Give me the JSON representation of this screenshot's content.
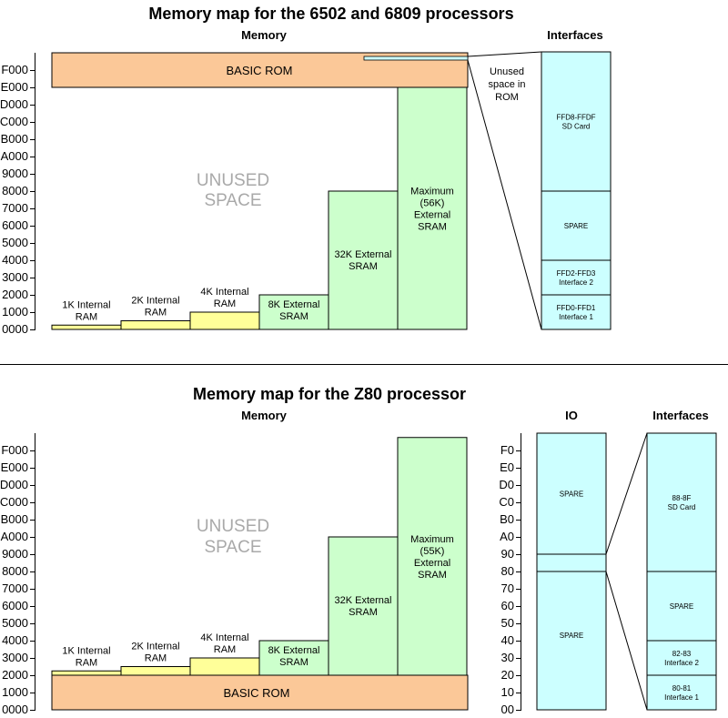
{
  "colors": {
    "rom": "#fbc898",
    "internal_ram": "#ffff99",
    "external_sram": "#ccffcc",
    "interface": "#ccffff",
    "unused_text": "#a9a9a9"
  },
  "top": {
    "title": "Memory map for the 6502 and 6809 processors",
    "memory_heading": "Memory",
    "interfaces_heading": "Interfaces",
    "ticks": [
      "F000",
      "E000",
      "D000",
      "C000",
      "B000",
      "A000",
      "9000",
      "8000",
      "7000",
      "6000",
      "5000",
      "4000",
      "3000",
      "2000",
      "1000",
      "0000"
    ],
    "rom_label": "BASIC ROM",
    "unused_label": [
      "UNUSED",
      "SPACE"
    ],
    "unused_rom_note": [
      "Unused",
      "space in",
      "ROM"
    ],
    "bars": [
      {
        "lines": [
          "1K Internal",
          "RAM"
        ],
        "size_k": 1,
        "kind": "internal"
      },
      {
        "lines": [
          "2K Internal",
          "RAM"
        ],
        "size_k": 2,
        "kind": "internal"
      },
      {
        "lines": [
          "4K Internal",
          "RAM"
        ],
        "size_k": 4,
        "kind": "internal"
      },
      {
        "lines": [
          "8K External",
          "SRAM"
        ],
        "size_k": 8,
        "kind": "external"
      },
      {
        "lines": [
          "32K External",
          "SRAM"
        ],
        "size_k": 32,
        "kind": "external"
      },
      {
        "lines": [
          "Maximum",
          "(56K)",
          "External",
          "SRAM"
        ],
        "size_k": 56,
        "kind": "external"
      }
    ],
    "interfaces": [
      {
        "lines": [
          "FFD8-FFDF",
          "SD Card"
        ]
      },
      {
        "lines": [
          "SPARE"
        ]
      },
      {
        "lines": [
          "FFD2-FFD3",
          "Interface 2"
        ]
      },
      {
        "lines": [
          "FFD0-FFD1",
          "Interface 1"
        ]
      }
    ]
  },
  "bottom": {
    "title": "Memory map for the Z80 processor",
    "memory_heading": "Memory",
    "io_heading": "IO",
    "interfaces_heading": "Interfaces",
    "ticks": [
      "F000",
      "E000",
      "D000",
      "C000",
      "B000",
      "A000",
      "9000",
      "8000",
      "7000",
      "6000",
      "5000",
      "4000",
      "3000",
      "2000",
      "1000",
      "0000"
    ],
    "io_ticks": [
      "F0",
      "E0",
      "D0",
      "C0",
      "B0",
      "A0",
      "90",
      "80",
      "70",
      "60",
      "50",
      "40",
      "30",
      "20",
      "10",
      "00"
    ],
    "rom_label": "BASIC ROM",
    "unused_label": [
      "UNUSED",
      "SPACE"
    ],
    "bars": [
      {
        "lines": [
          "1K Internal",
          "RAM"
        ],
        "size_k": 1,
        "kind": "internal"
      },
      {
        "lines": [
          "2K Internal",
          "RAM"
        ],
        "size_k": 2,
        "kind": "internal"
      },
      {
        "lines": [
          "4K Internal",
          "RAM"
        ],
        "size_k": 4,
        "kind": "internal"
      },
      {
        "lines": [
          "8K External",
          "SRAM"
        ],
        "size_k": 8,
        "kind": "external"
      },
      {
        "lines": [
          "32K External",
          "SRAM"
        ],
        "size_k": 32,
        "kind": "external"
      },
      {
        "lines": [
          "Maximum",
          "(55K)",
          "External",
          "SRAM"
        ],
        "size_k": 55,
        "kind": "external"
      }
    ],
    "io_blocks": [
      {
        "lines": [
          "SPARE"
        ]
      },
      {
        "lines": [
          "SPARE"
        ]
      }
    ],
    "interfaces": [
      {
        "lines": [
          "88-8F",
          "SD Card"
        ]
      },
      {
        "lines": [
          "SPARE"
        ]
      },
      {
        "lines": [
          "82-83",
          "Interface 2"
        ]
      },
      {
        "lines": [
          "80-81",
          "Interface 1"
        ]
      }
    ]
  }
}
